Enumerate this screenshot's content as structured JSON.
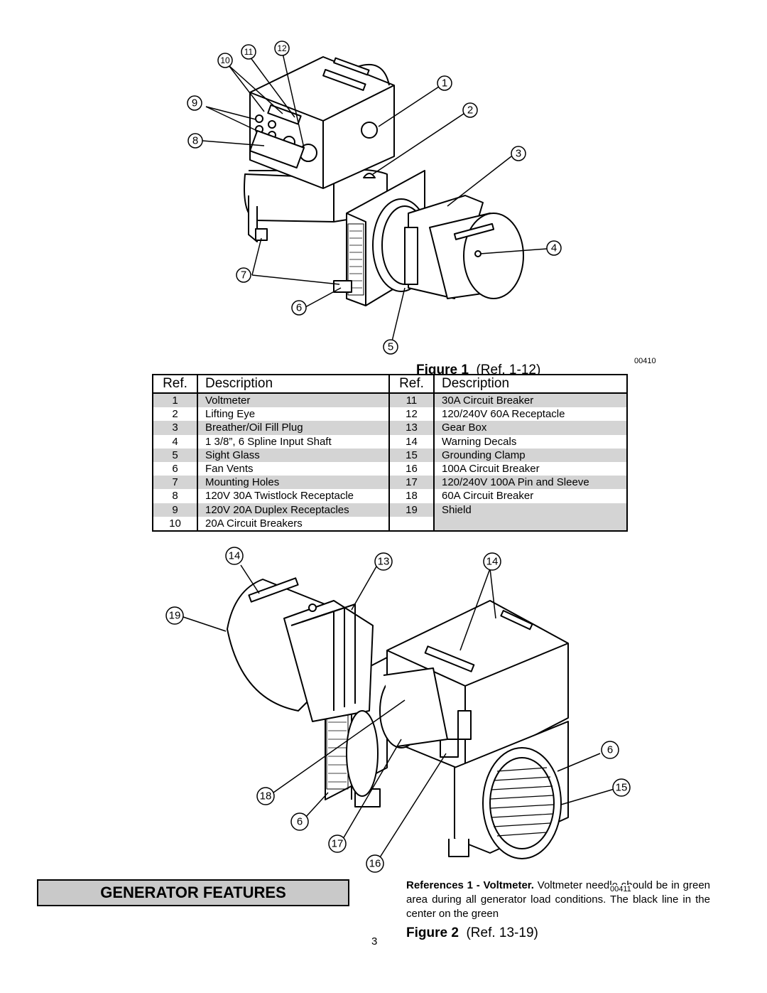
{
  "figure1": {
    "caption_label": "Figure 1",
    "caption_ref": "(Ref. 1-12)",
    "code": "00410",
    "callouts": [
      "1",
      "2",
      "3",
      "4",
      "5",
      "6",
      "7",
      "8",
      "9",
      "10",
      "11",
      "12"
    ]
  },
  "table": {
    "header_ref": "Ref.",
    "header_desc": "Description",
    "left": [
      {
        "ref": "1",
        "desc": "Voltmeter"
      },
      {
        "ref": "2",
        "desc": "Lifting Eye"
      },
      {
        "ref": "3",
        "desc": "Breather/Oil Fill Plug"
      },
      {
        "ref": "4",
        "desc": "1 3/8”, 6 Spline Input Shaft"
      },
      {
        "ref": "5",
        "desc": "Sight Glass"
      },
      {
        "ref": "6",
        "desc": "Fan Vents"
      },
      {
        "ref": "7",
        "desc": "Mounting Holes"
      },
      {
        "ref": "8",
        "desc": "120V 30A Twistlock Receptacle"
      },
      {
        "ref": "9",
        "desc": "120V 20A Duplex Receptacles"
      },
      {
        "ref": "10",
        "desc": "20A Circuit Breakers"
      }
    ],
    "right": [
      {
        "ref": "11",
        "desc": "30A Circuit Breaker"
      },
      {
        "ref": "12",
        "desc": "120/240V 60A Receptacle"
      },
      {
        "ref": "13",
        "desc": "Gear Box"
      },
      {
        "ref": "14",
        "desc": "Warning Decals"
      },
      {
        "ref": "15",
        "desc": "Grounding Clamp"
      },
      {
        "ref": "16",
        "desc": "100A Circuit Breaker"
      },
      {
        "ref": "17",
        "desc": "120/240V 100A Pin and Sleeve"
      },
      {
        "ref": "18",
        "desc": "60A Circuit Breaker"
      },
      {
        "ref": "19",
        "desc": "Shield"
      },
      {
        "ref": "",
        "desc": ""
      }
    ]
  },
  "figure2": {
    "caption_label": "Figure 2",
    "caption_ref": "(Ref. 13-19)",
    "code": "00411",
    "callouts": [
      "14",
      "13",
      "14",
      "19",
      "6",
      "15",
      "18",
      "6",
      "17",
      "16"
    ]
  },
  "section_title": "GENERATOR FEATURES",
  "references": {
    "lead": "References 1 - Voltmeter.",
    "body": "Voltmeter needle should be in green area during all generator load conditions. The black line in the center on the green"
  },
  "page_number": "3"
}
